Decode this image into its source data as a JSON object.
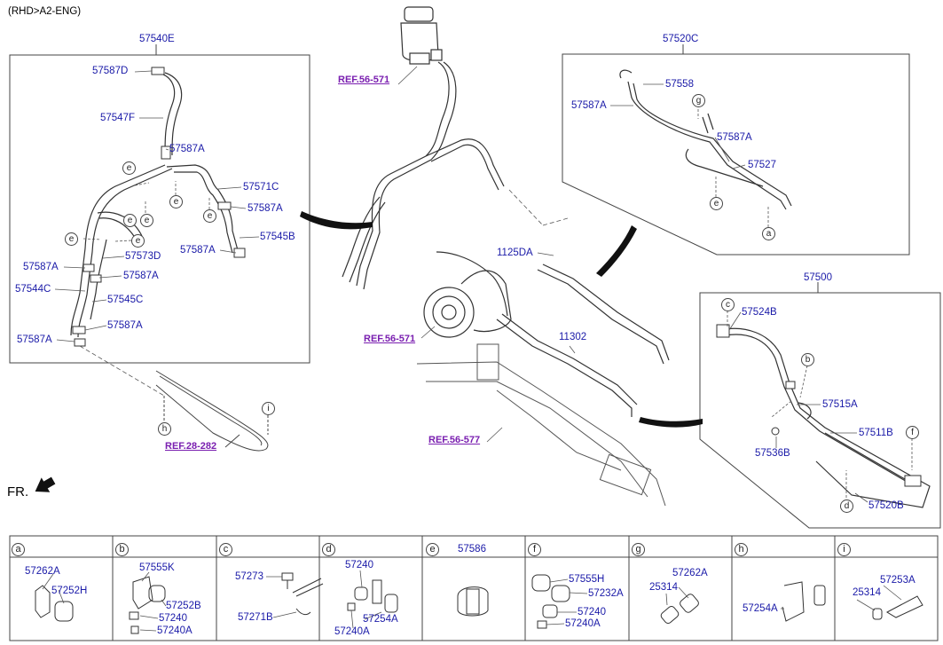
{
  "header": {
    "variant": "(RHD>A2-ENG)",
    "orientation": "FR."
  },
  "groups": {
    "left": "57540E",
    "top_right": "57520C",
    "right": "57500"
  },
  "refs": [
    "REF.56-571",
    "REF.56-571",
    "REF.56-577",
    "REF.28-282"
  ],
  "left_labels": [
    "57587D",
    "57547F",
    "57587A",
    "57571C",
    "57587A",
    "57545B",
    "57587A",
    "57573D",
    "57587A",
    "57587A",
    "57544C",
    "57545C",
    "57587A",
    "57587A"
  ],
  "top_right_labels": [
    "57558",
    "57587A",
    "57587A",
    "57527"
  ],
  "middle_labels": [
    "1125DA",
    "11302"
  ],
  "right_labels": [
    "57524B",
    "57515A",
    "57511B",
    "57536B",
    "57520B"
  ],
  "markers": [
    "e",
    "e",
    "e",
    "e",
    "e",
    "e",
    "e",
    "g",
    "e",
    "a",
    "h",
    "i",
    "c",
    "b",
    "f",
    "d"
  ],
  "legend": [
    {
      "letter": "a",
      "parts": [
        "57262A",
        "57252H"
      ]
    },
    {
      "letter": "b",
      "parts": [
        "57555K",
        "57252B",
        "57240",
        "57240A"
      ]
    },
    {
      "letter": "c",
      "parts": [
        "57273",
        "57271B"
      ]
    },
    {
      "letter": "d",
      "parts": [
        "57240",
        "57254A",
        "57240A"
      ]
    },
    {
      "letter": "e",
      "parts": [
        "57586"
      ]
    },
    {
      "letter": "f",
      "parts": [
        "57555H",
        "57232A",
        "57240",
        "57240A"
      ]
    },
    {
      "letter": "g",
      "parts": [
        "57262A",
        "25314"
      ]
    },
    {
      "letter": "h",
      "parts": [
        "57254A"
      ]
    },
    {
      "letter": "i",
      "parts": [
        "57253A",
        "25314"
      ]
    }
  ],
  "colors": {
    "label": "#1a1aa8",
    "ref": "#7a1fb0",
    "line": "#333333",
    "frame": "#555555"
  }
}
